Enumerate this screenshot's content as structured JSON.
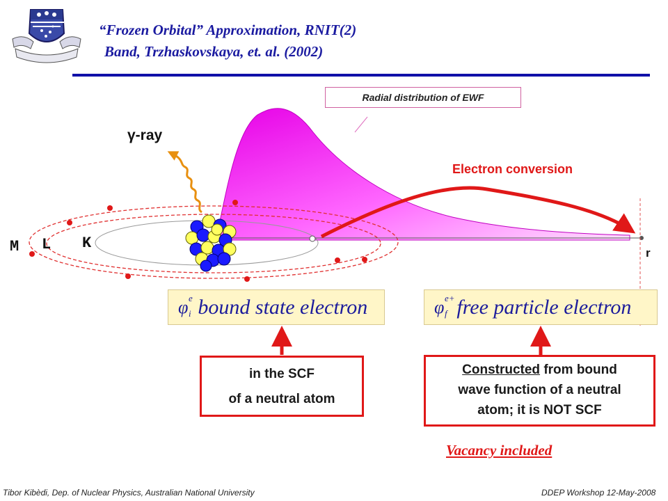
{
  "header": {
    "title_line1": "“Frozen Orbital” Approximation, RNIT(2)",
    "title_line2": "Band, Trzhaskovskaya, et. al. (2002)"
  },
  "diagram": {
    "ewf_label": "Radial distribution of EWF",
    "gamma_label": "γ-ray",
    "conversion_label": "Electron conversion",
    "shells": {
      "m": "M",
      "l": "L",
      "k": "K"
    },
    "r_label": "r"
  },
  "bound_box": {
    "phi_symbol": "φ",
    "phi_sup": "e",
    "phi_sub": "i",
    "text": "bound state electron"
  },
  "free_box": {
    "phi_symbol": "φ",
    "phi_sup": "e+",
    "phi_sub": "f",
    "text": "free particle electron"
  },
  "note_left": {
    "line1": "in the SCF",
    "line2": "of a neutral atom"
  },
  "note_right": {
    "underlined": "Constructed",
    "rest_line1": " from bound",
    "line2": "wave function of a neutral",
    "line3": "atom; it is NOT SCF"
  },
  "vacancy_label": "Vacancy included",
  "footer": {
    "left": "Tibor Kibèdi, Dep. of Nuclear Physics, Australian National University",
    "right": "DDEP Workshop 12-May-2008"
  },
  "colors": {
    "title_blue": "#1a1aa0",
    "accent_red": "#e01818",
    "magenta": "#ff00ff",
    "box_yellow": "#fff6c8"
  },
  "icons": {
    "logo": "university-crest-icon"
  }
}
